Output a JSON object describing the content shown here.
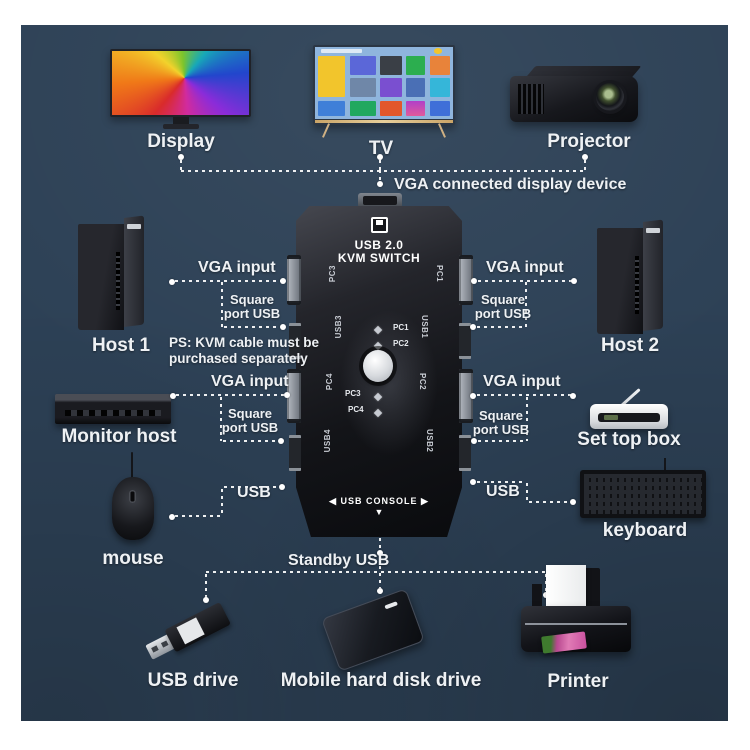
{
  "diagram": {
    "top_devices": {
      "display": "Display",
      "tv": "TV",
      "projector": "Projector"
    },
    "top_note": "VGA connected display device",
    "left": {
      "host1": "Host 1",
      "monitor_host": "Monitor host",
      "mouse": "mouse",
      "ps_note_line1": "PS: KVM cable must be",
      "ps_note_line2": "purchased separately"
    },
    "right": {
      "host2": "Host 2",
      "set_top_box": "Set top box",
      "keyboard": "keyboard"
    },
    "bottom": {
      "standby_usb": "Standby USB",
      "usb_drive": "USB drive",
      "mobile_hdd": "Mobile hard disk drive",
      "printer": "Printer"
    },
    "connection_labels": {
      "vga_input": "VGA input",
      "square_line1": "Square",
      "square_line2": "port USB",
      "usb": "USB"
    }
  },
  "kvm": {
    "title_line1": "USB 2.0",
    "title_line2": "KVM SWITCH",
    "console_label": "◀ USB CONSOLE ▶",
    "console_arrow": "▼",
    "ports_left": [
      "PC3",
      "USB3",
      "PC4",
      "USB4"
    ],
    "ports_right": [
      "PC1",
      "USB1",
      "PC2",
      "USB2"
    ],
    "led_labels": [
      "PC1",
      "PC2",
      "PC3",
      "PC4"
    ]
  },
  "colors": {
    "photo_background": "#2d4156",
    "label_text": "#eef1f4",
    "device_black": "#141519"
  }
}
